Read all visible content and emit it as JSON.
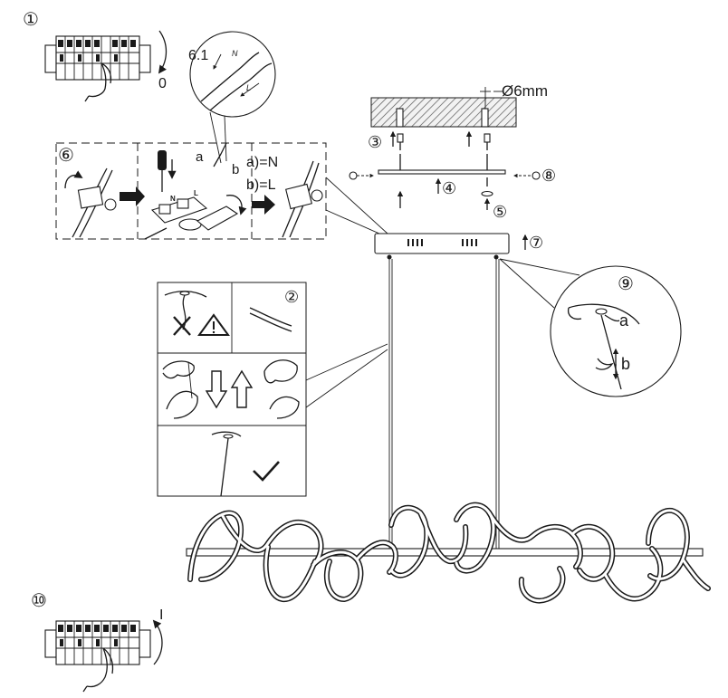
{
  "steps": {
    "s1": "①",
    "s2": "②",
    "s3": "③",
    "s4": "④",
    "s5": "⑤",
    "s6": "⑥",
    "s7": "⑦",
    "s8": "⑧",
    "s9": "⑨",
    "s10": "⑩",
    "s61": "6.1"
  },
  "labels": {
    "off_symbol": "0",
    "on_symbol": "I",
    "drill_size": "Ø6mm",
    "wire_a": "a",
    "wire_b": "b",
    "a_eq_n": "a)=N",
    "b_eq_l": "b)=L",
    "zoom_n": "N",
    "zoom_l": "L",
    "terminal_n": "N",
    "terminal_l": "L",
    "cable_a": "a",
    "cable_b": "b"
  },
  "icons": [
    "switch-off-icon",
    "switch-on-icon",
    "wire-detail-icon",
    "terminal-block-icon",
    "screwdriver-icon",
    "cross-icon",
    "warning-icon",
    "checkmark-icon",
    "arrow-down-icon",
    "arrow-up-icon",
    "hand-icon",
    "rotate-arrow-icon",
    "screw-icon",
    "ceiling-icon"
  ]
}
